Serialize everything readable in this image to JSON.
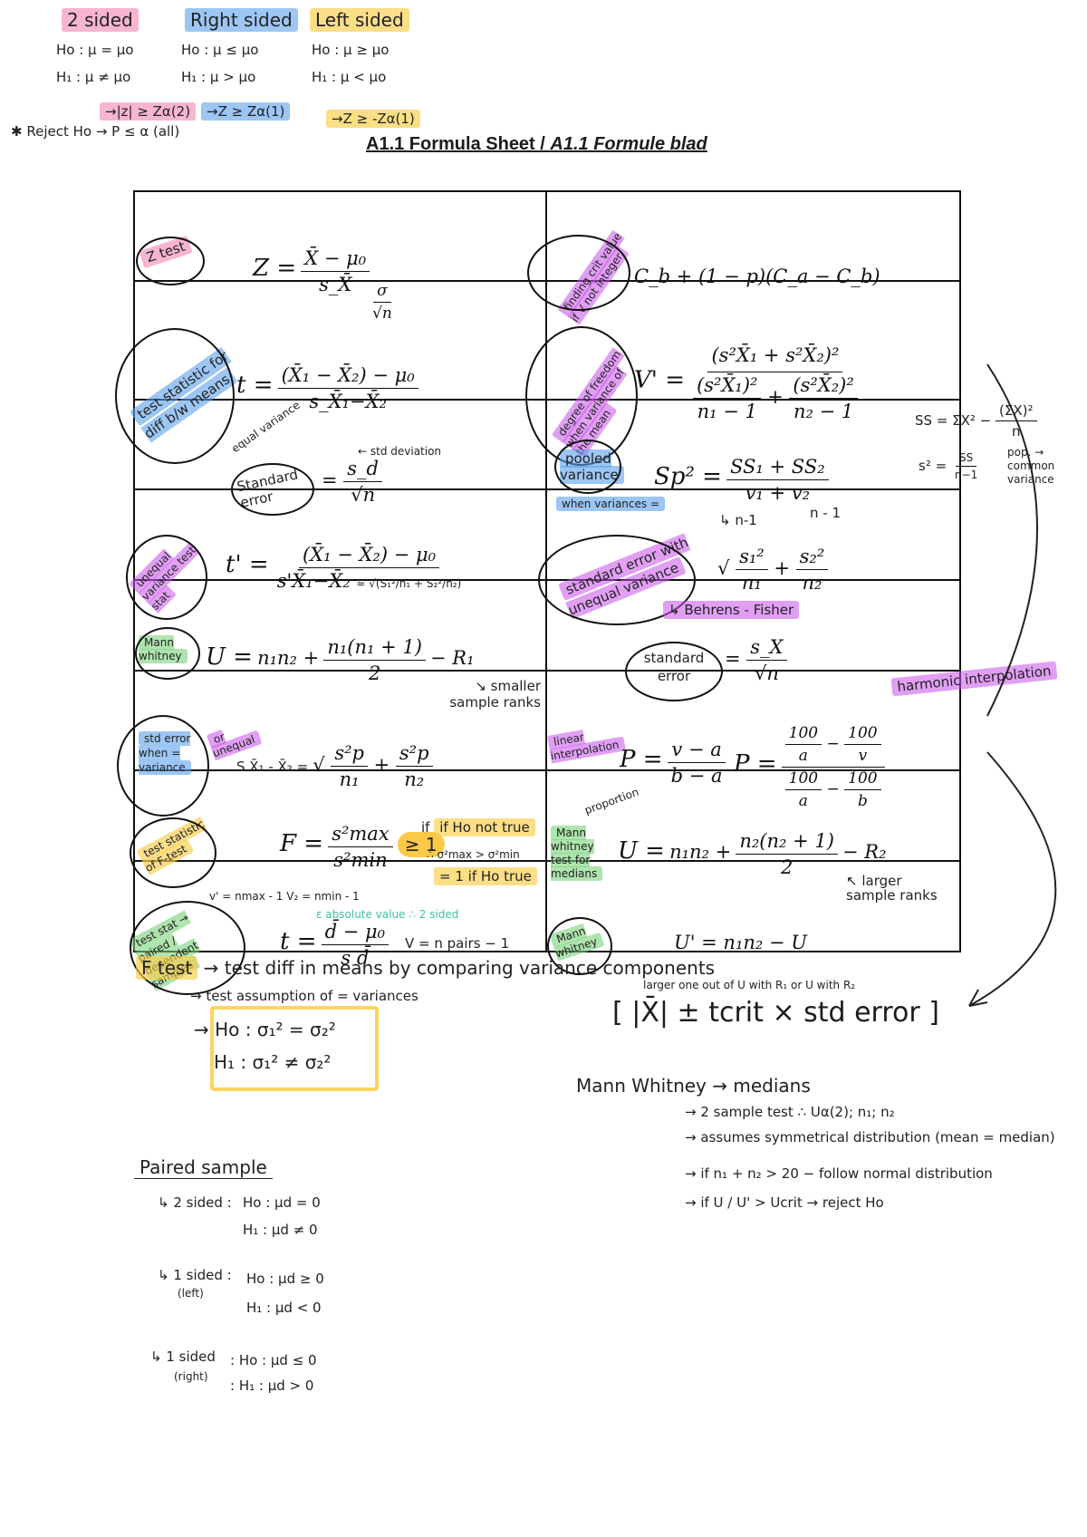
{
  "hypotheses": {
    "two_sided": {
      "label": "2 sided",
      "h0": "Ho : μ = μo",
      "h1": "H₁ : μ ≠ μo",
      "crit": "→|z| ≥ Zα(2)"
    },
    "right_sided": {
      "label": "Right sided",
      "h0": "Ho : μ ≤ μo",
      "h1": "H₁ : μ > μo",
      "crit": "→Z ≥ Zα(1)"
    },
    "left_sided": {
      "label": "Left sided",
      "h0": "Ho : μ ≥ μo",
      "h1": "H₁ : μ < μo",
      "crit": "→Z ≥ -Zα(1)"
    },
    "reject_rule": "✱ Reject Ho → P ≤ α (all)"
  },
  "title": {
    "en": "A1.1 Formula Sheet / ",
    "af": "A1.1 Formule blad"
  },
  "table": {
    "r1": {
      "left_label": "Z test",
      "left_lhs": "Z =",
      "left_num": "X̄ − μ₀",
      "left_den": "s_X̄",
      "left_note_num": "σ",
      "left_note_den": "√n",
      "right_label": "finding crit value if V not integer",
      "right_formula": "C_b + (1 − p)(C_a − C_b)"
    },
    "r2": {
      "left_label": "test statistic for diff b/w means",
      "left_note": "equal variance",
      "left_lhs": "t =",
      "left_num": "(X̄₁ − X̄₂) − μ₀",
      "left_den": "s_X̄₁−X̄₂",
      "right_label": "degree of freedom when variance of the mean",
      "right_lhs": "V' =",
      "right_num": "(s²X̄₁ + s²X̄₂)²",
      "right_den_a_num": "(s²X̄₁)²",
      "right_den_a_den": "n₁ − 1",
      "right_den_b_num": "(s²X̄₂)²",
      "right_den_b_den": "n₂ − 1"
    },
    "r3": {
      "left_label": "Standard error",
      "left_num": "s_d",
      "left_den": "√n",
      "left_note": "← std deviation",
      "right_label": "pooled variance",
      "right_label2": "when variances =",
      "right_lhs": "Sp² =",
      "right_num": "SS₁ + SS₂",
      "right_den": "v₁ + v₂",
      "right_note": "↳ n-1",
      "right_note2": "n - 1",
      "side_ss": "SS = ΣX² −",
      "side_ss_num": "(ΣX)²",
      "side_ss_den": "n",
      "side_s2": "s² =",
      "side_s2_num": "SS",
      "side_s2_den": "n−1",
      "side_pop": "pop. → common variance"
    },
    "r4": {
      "left_label": "unequal variance test stat",
      "left_lhs": "t' =",
      "left_num": "(X̄₁ − X̄₂) − μ₀",
      "left_den": "s'X̄₁−X̄₂",
      "left_den_note": "≈ √(S₁²/n₁ + S₂²/n₂)",
      "right_label": "standard error with unequal variance",
      "right_formula_a_num": "s₁²",
      "right_formula_a_den": "n₁",
      "right_formula_b_num": "s₂²",
      "right_formula_b_den": "n₂",
      "right_note": "↳ Behrens - Fisher"
    },
    "r5": {
      "left_label": "Mann whitney",
      "left_lhs": "U =",
      "left_formula_a": "n₁n₂ +",
      "left_num": "n₁(n₁ + 1)",
      "left_den": "2",
      "left_formula_b": "− R₁",
      "left_note": "↘ smaller sample ranks",
      "right_label": "standard error",
      "right_num": "s_X",
      "right_den": "√n"
    },
    "r6": {
      "left_label": "std error when = variance",
      "left_label2": "or unequal",
      "left_lhs": "S X̄₁ - X̄₂ =",
      "left_a_num": "s²p",
      "left_a_den": "n₁",
      "left_b_num": "s²p",
      "left_b_den": "n₂",
      "right_label": "linear interpolation",
      "right_note": "proportion",
      "right_lhs": "P =",
      "right_num": "v − a",
      "right_den": "b − a",
      "right_lhs2": "P =",
      "right_big_num_a": "100",
      "right_big_num_a_den": "a",
      "right_big_num_b": "100",
      "right_big_num_b_den": "v",
      "right_big_den_a": "100",
      "right_big_den_a_den": "a",
      "right_big_den_b": "100",
      "right_big_den_b_den": "b",
      "right_label2": "harmonic interpolation"
    },
    "r7": {
      "left_label": "test statistic of F-test",
      "left_lhs": "F =",
      "left_num": "s²max",
      "left_den": "s²min",
      "left_badge": "≥ 1",
      "left_note1": "if Ho not true",
      "left_note2": "∴ σ²max > σ²min",
      "left_note3": "= 1 if Ho true",
      "left_dof": "v' = nmax - 1     V₂ = nmin - 1",
      "left_dof_note": "ε absolute value ∴ 2 sided",
      "right_label": "Mann whitney test for medians",
      "right_lhs": "U =",
      "right_formula_a": "n₁n₂ +",
      "right_num": "n₂(n₂ + 1)",
      "right_den": "2",
      "right_formula_b": "− R₂",
      "right_note": "↖ larger sample ranks"
    },
    "r8": {
      "left_label": "test stat → paired / dependent samples",
      "left_lhs": "t =",
      "left_num": "d̄ − μ₀",
      "left_den": "s d̄",
      "left_dof": "V = n pairs − 1",
      "right_label": "Mann whitney",
      "right_formula": "U' = n₁n₂ − U",
      "right_note": "larger one out of U with R₁ or U with R₂"
    }
  },
  "notes": {
    "ftest_label": "F test",
    "ftest_line": "→ test diff in means by comparing variance components",
    "assumption": "→ test assumption of = variances",
    "ftest_h0": "→ Ho : σ₁² = σ₂²",
    "ftest_h1": "H₁ : σ₁² ≠ σ₂²",
    "ci": "[ |X̄| ± tcrit × std error ]",
    "mw_title": "Mann Whitney → medians",
    "mw_1": "→ 2 sample test ∴ Uα(2); n₁; n₂",
    "mw_2": "→ assumes symmetrical distribution   (mean = median)",
    "mw_3": "→ if  n₁ + n₂ > 20   − follow normal distribution",
    "mw_4": "→ if  U / U'  > Ucrit   → reject Ho",
    "paired_title": "Paired sample",
    "p2_label": "↳ 2 sided :",
    "p2_h0": "Ho : μd = 0",
    "p2_h1": "H₁ : μd ≠ 0",
    "pl_label": "↳ 1 sided :",
    "pl_sub": "(left)",
    "pl_h0": "Ho : μd ≥ 0",
    "pl_h1": "H₁ : μd < 0",
    "pr_label": "↳ 1 sided",
    "pr_sub": "(right)",
    "pr_h0": ": Ho : μd ≤ 0",
    "pr_h1": ": H₁ : μd > 0"
  }
}
